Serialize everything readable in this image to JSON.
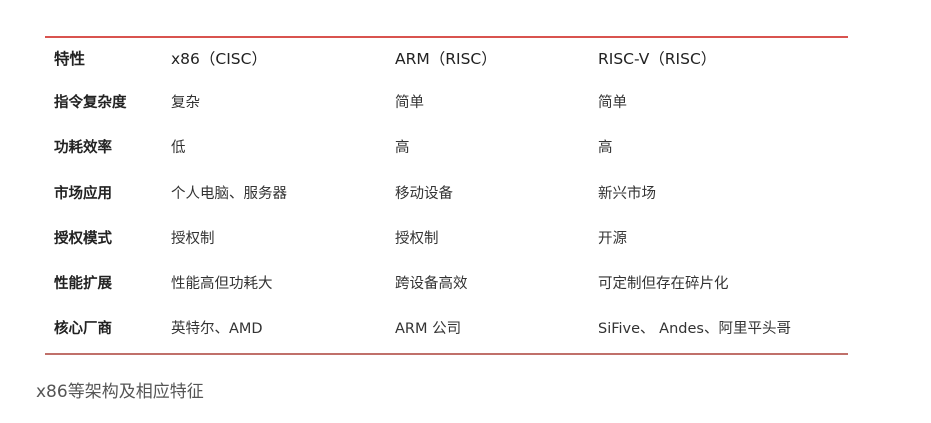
{
  "table": {
    "header": [
      "特性",
      "x86（CISC）",
      "ARM（RISC）",
      "RISC-V（RISC）"
    ],
    "rows": [
      [
        "指令复杂度",
        "复杂",
        "简单",
        "简单"
      ],
      [
        "功耗效率",
        "低",
        "高",
        "高"
      ],
      [
        "市场应用",
        "个人电脑、服务器",
        "移动设备",
        "新兴市场"
      ],
      [
        "授权模式",
        "授权制",
        "授权制",
        "开源"
      ],
      [
        "性能扩展",
        "性能高但功耗大",
        "跨设备高效",
        "可定制但存在碎片化"
      ],
      [
        "核心厂商",
        "英特尔、AMD",
        "ARM 公司",
        "SiFive、 Andes、阿里平头哥"
      ]
    ]
  },
  "caption": "x86等架构及相应特征",
  "colors": {
    "rule": "#d9534f"
  }
}
